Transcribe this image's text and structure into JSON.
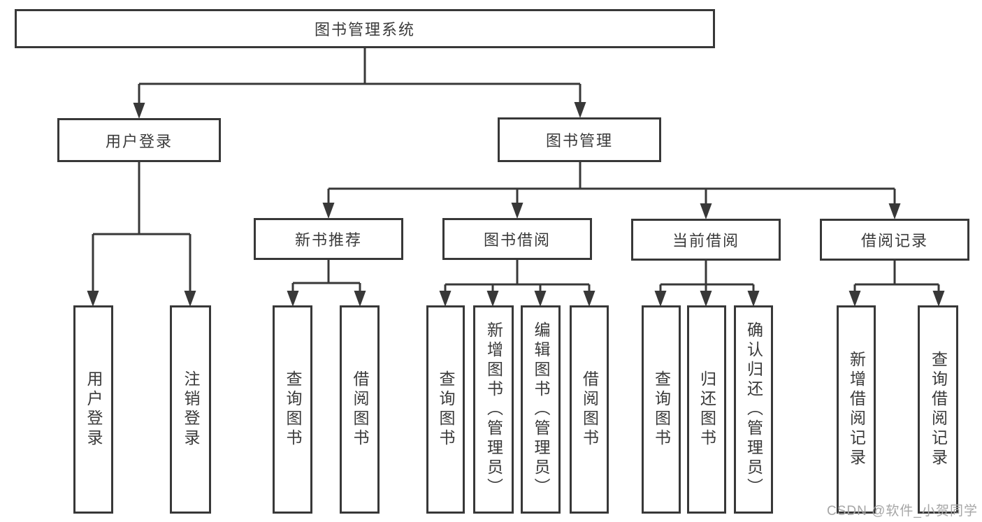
{
  "diagram": {
    "root": {
      "label": "图书管理系统"
    },
    "level2": [
      {
        "label": "用户登录"
      },
      {
        "label": "图书管理"
      }
    ],
    "level3": [
      {
        "label": "新书推荐"
      },
      {
        "label": "图书借阅"
      },
      {
        "label": "当前借阅"
      },
      {
        "label": "借阅记录"
      }
    ],
    "leaves": [
      {
        "label": "用户登录"
      },
      {
        "label": "注销登录"
      },
      {
        "label": "查询图书"
      },
      {
        "label": "借阅图书"
      },
      {
        "label": "查询图书"
      },
      {
        "label": "新增图书（管理员）"
      },
      {
        "label": "编辑图书（管理员）"
      },
      {
        "label": "借阅图书"
      },
      {
        "label": "查询图书"
      },
      {
        "label": "归还图书"
      },
      {
        "label": "确认归还（管理员）"
      },
      {
        "label": "新增借阅记录"
      },
      {
        "label": "查询借阅记录"
      }
    ],
    "watermark": "CSDN @软件_小贺同学",
    "colors": {
      "line": "#383838",
      "text": "#3a3a3a",
      "watermark": "#a6a6a6",
      "background": "#ffffff"
    }
  }
}
